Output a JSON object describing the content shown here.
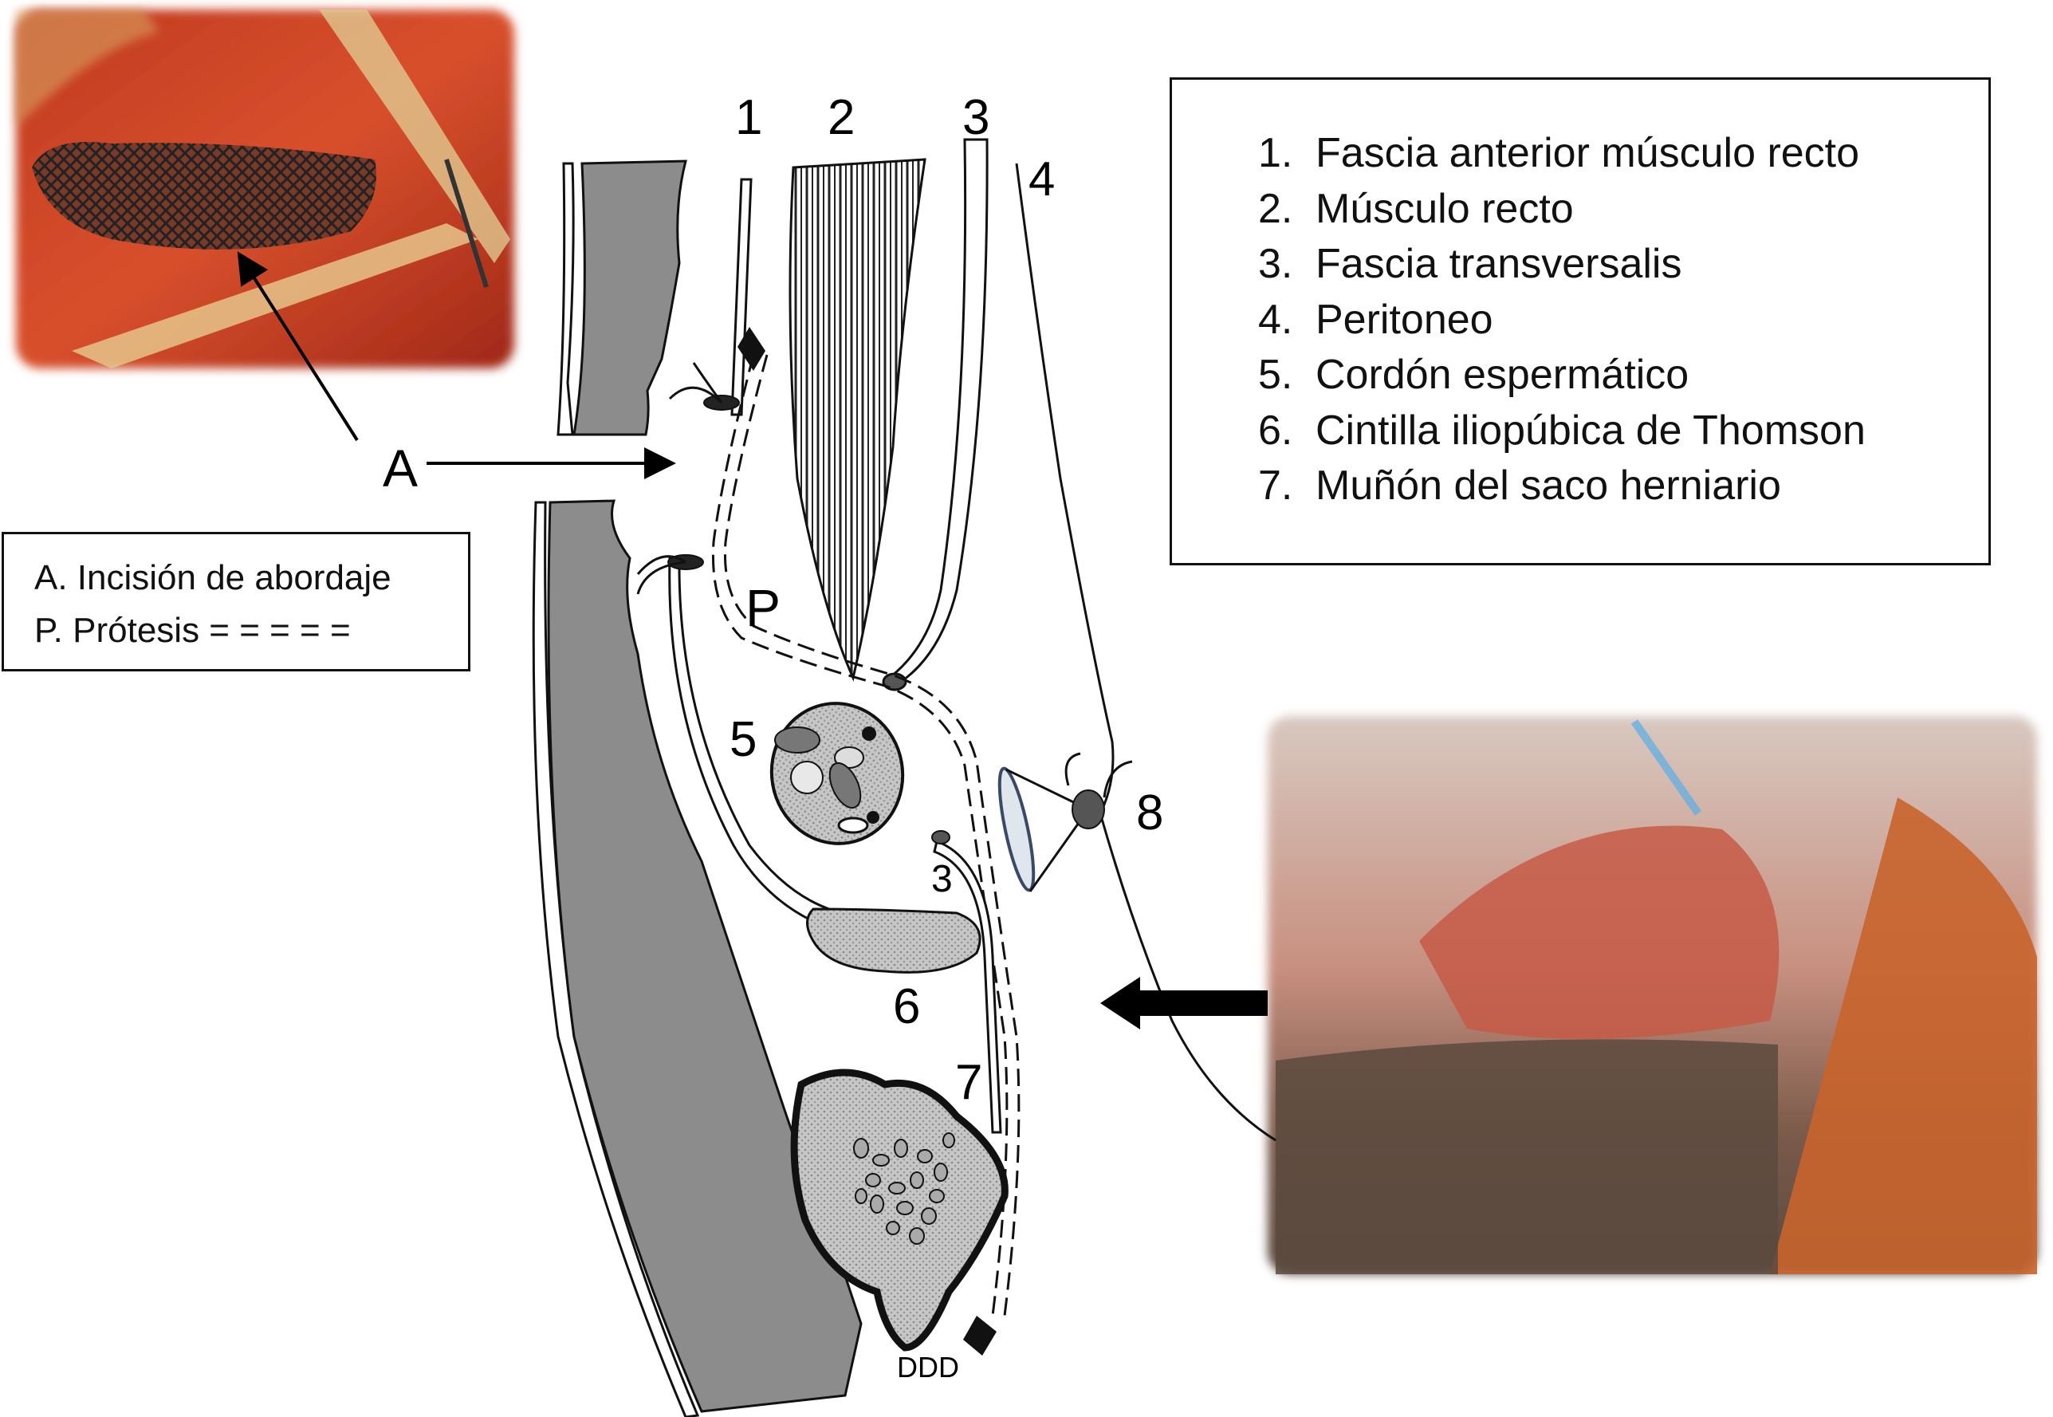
{
  "legend": {
    "items": [
      {
        "num": "1.",
        "text": "Fascia anterior músculo recto"
      },
      {
        "num": "2.",
        "text": "Músculo recto"
      },
      {
        "num": "3.",
        "text": "Fascia transversalis"
      },
      {
        "num": "4.",
        "text": "Peritoneo"
      },
      {
        "num": "5.",
        "text": "Cordón espermático"
      },
      {
        "num": "6.",
        "text": "Cintilla iliopúbica de Thomson"
      },
      {
        "num": "7.",
        "text": "Muñón del saco herniario"
      }
    ]
  },
  "key": {
    "line_a": "A. Incisión de abordaje",
    "line_p": "P. Prótesis = = = = ="
  },
  "diagram_labels": {
    "n1": "1",
    "n2": "2",
    "n3_top": "3",
    "n4": "4",
    "n5": "5",
    "n3_mid": "3",
    "n6": "6",
    "n7": "7",
    "n8": "8",
    "a": "A",
    "p": "P",
    "ddd": "DDD"
  },
  "colors": {
    "muscle_gray": "#8c8c8c",
    "light_gray": "#c8c8c8",
    "photo_red": "#b8301c",
    "photo_orange": "#c8642c",
    "outline": "#111111"
  }
}
